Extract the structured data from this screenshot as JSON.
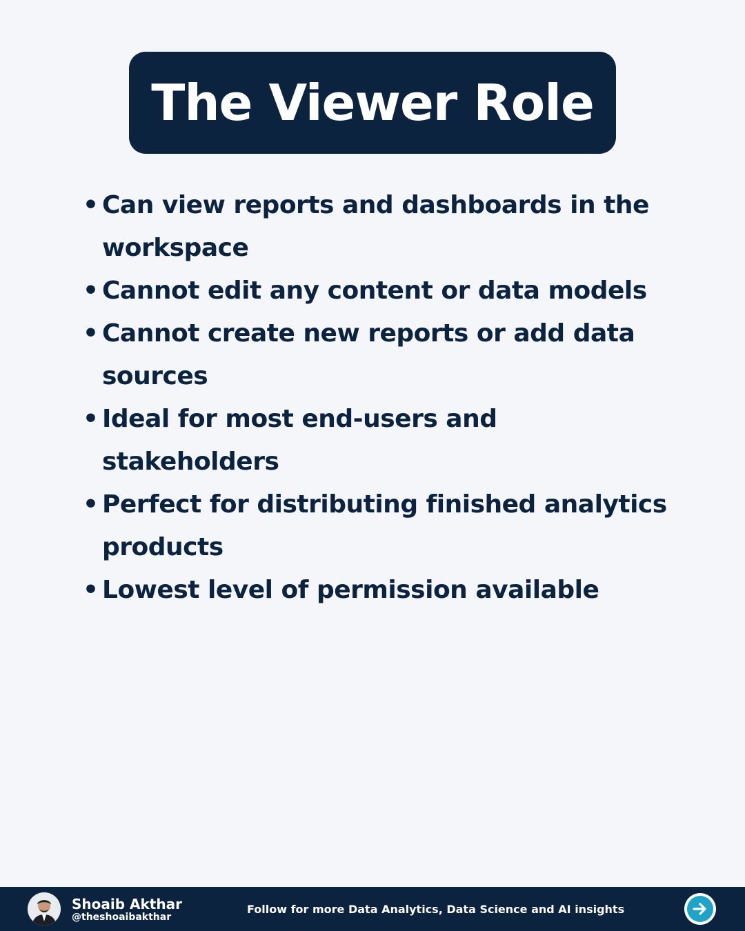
{
  "slide": {
    "title": "The Viewer Role",
    "bullet_symbol": "•",
    "bullets": [
      "Can view reports and dashboards in the workspace",
      "Cannot edit any content or data models",
      "Cannot create new reports or add data sources",
      "Ideal for most end-users and stakeholders",
      "Perfect for distributing finished analytics products",
      "Lowest level of permission available"
    ]
  },
  "footer": {
    "author_name": "Shoaib Akthar",
    "author_handle": "@theshoaibakthar",
    "tagline": "Follow for more Data Analytics, Data Science and AI insights",
    "next_icon": "arrow-right-circle-icon"
  },
  "colors": {
    "background": "#f4f6fa",
    "navy": "#0c2340",
    "accent": "#1fa3c6",
    "white": "#ffffff"
  }
}
